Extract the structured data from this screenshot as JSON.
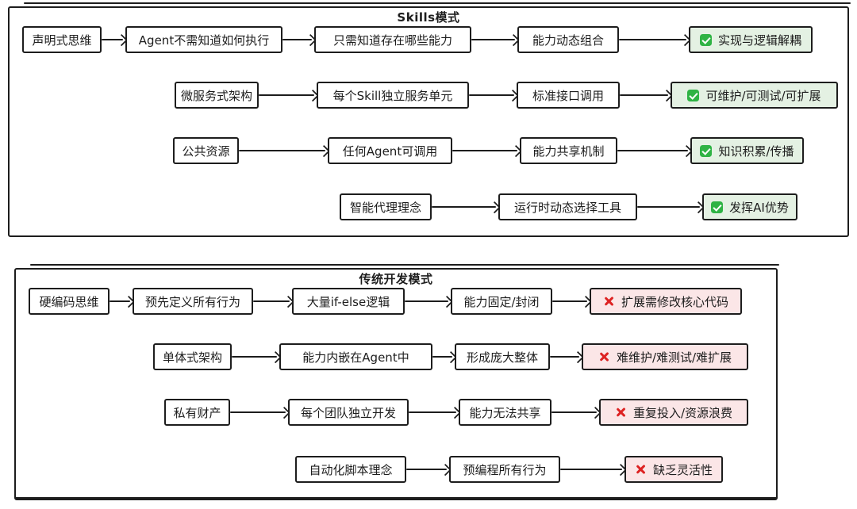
{
  "colors": {
    "line": "#1d1d1d",
    "node_bg": "#ffffff",
    "success_bg": "#e4f1e3",
    "failure_bg": "#fbe6e7",
    "check_green": "#2fb344",
    "cross_red": "#dd2222"
  },
  "panels": [
    {
      "title": "Skills模式",
      "outcome": "success",
      "result_icon": "check-mark",
      "rows": [
        {
          "nodes": [
            "声明式思维",
            "Agent不需知道如何执行",
            "只需知道存在哪些能力",
            "能力动态组合"
          ],
          "result": "实现与逻辑解耦"
        },
        {
          "nodes": [
            "微服务式架构",
            "每个Skill独立服务单元",
            "标准接口调用"
          ],
          "result": "可维护/可测试/可扩展"
        },
        {
          "nodes": [
            "公共资源",
            "任何Agent可调用",
            "能力共享机制"
          ],
          "result": "知识积累/传播"
        },
        {
          "nodes": [
            "智能代理理念",
            "运行时动态选择工具"
          ],
          "result": "发挥AI优势"
        }
      ]
    },
    {
      "title": "传统开发模式",
      "outcome": "failure",
      "result_icon": "cross-mark",
      "rows": [
        {
          "nodes": [
            "硬编码思维",
            "预先定义所有行为",
            "大量if-else逻辑",
            "能力固定/封闭"
          ],
          "result": "扩展需修改核心代码"
        },
        {
          "nodes": [
            "单体式架构",
            "能力内嵌在Agent中",
            "形成庞大整体"
          ],
          "result": "难维护/难测试/难扩展"
        },
        {
          "nodes": [
            "私有财产",
            "每个团队独立开发",
            "能力无法共享"
          ],
          "result": "重复投入/资源浪费"
        },
        {
          "nodes": [
            "自动化脚本理念",
            "预编程所有行为"
          ],
          "result": "缺乏灵活性"
        }
      ]
    }
  ]
}
